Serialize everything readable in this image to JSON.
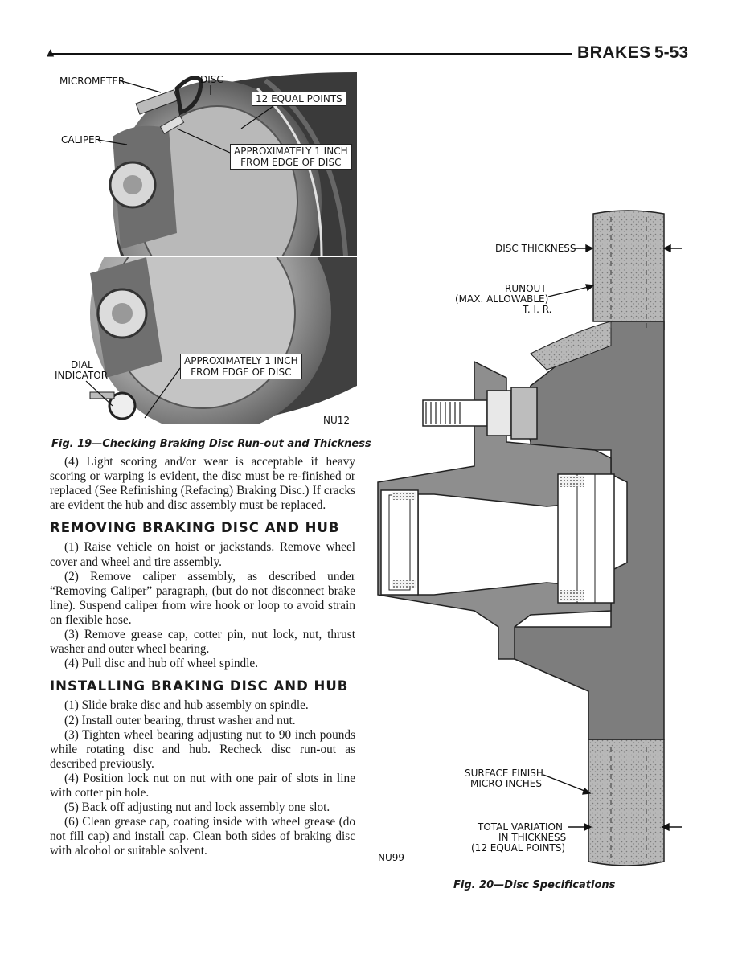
{
  "header": {
    "title": "BRAKES",
    "page_number": "5-53"
  },
  "fig19": {
    "labels": {
      "micrometer": "MICROMETER",
      "disc": "DISC",
      "caliper": "CALIPER",
      "twelve_points": "12 EQUAL POINTS",
      "approx_top_1": "APPROXIMATELY 1 INCH",
      "approx_top_2": "FROM EDGE OF DISC",
      "dial_1": "DIAL",
      "dial_2": "INDICATOR",
      "approx_bot_1": "APPROXIMATELY 1 INCH",
      "approx_bot_2": "FROM EDGE OF DISC",
      "code": "NU12"
    },
    "caption": "Fig. 19—Checking Braking Disc Run-out and Thickness"
  },
  "body": {
    "para4": "(4) Light scoring and/or wear is acceptable if heavy scoring or warping is evident, the disc must be re-finished or replaced (See Refinishing (Refacing) Braking Disc.) If cracks are evident the hub and disc assembly must be replaced.",
    "heading_removing": "REMOVING BRAKING DISC AND HUB",
    "rem_1": "(1) Raise vehicle on hoist or jackstands. Remove wheel cover and wheel and tire assembly.",
    "rem_2": "(2) Remove caliper assembly, as described under “Removing Caliper” paragraph, (but do not disconnect brake line). Suspend caliper from wire hook or loop to avoid strain on flexible hose.",
    "rem_3": "(3) Remove grease cap, cotter pin, nut lock, nut, thrust washer and outer wheel bearing.",
    "rem_4": "(4) Pull disc and hub off wheel spindle.",
    "heading_installing": "INSTALLING BRAKING DISC AND HUB",
    "ins_1": "(1) Slide brake disc and hub assembly on spindle.",
    "ins_2": "(2) Install outer bearing, thrust washer and nut.",
    "ins_3": "(3) Tighten wheel bearing adjusting nut to 90 inch pounds while rotating disc and hub. Recheck disc run-out as described previously.",
    "ins_4": "(4) Position lock nut on nut with one pair of slots in line with cotter pin hole.",
    "ins_5": "(5) Back off adjusting nut and lock assembly one slot.",
    "ins_6": "(6) Clean grease cap, coating inside with wheel grease (do not fill cap) and install cap. Clean both sides of braking disc with alcohol or suitable solvent."
  },
  "fig20": {
    "labels": {
      "disc_thickness": "DISC THICKNESS",
      "runout_1": "RUNOUT",
      "runout_2": "(MAX. ALLOWABLE)",
      "runout_3": "T. I. R.",
      "surface_1": "SURFACE FINISH",
      "surface_2": "MICRO INCHES",
      "total_1": "TOTAL VARIATION",
      "total_2": "IN THICKNESS",
      "total_3": "(12 EQUAL POINTS)",
      "code": "NU99"
    },
    "caption": "Fig. 20—Disc Specifications"
  }
}
